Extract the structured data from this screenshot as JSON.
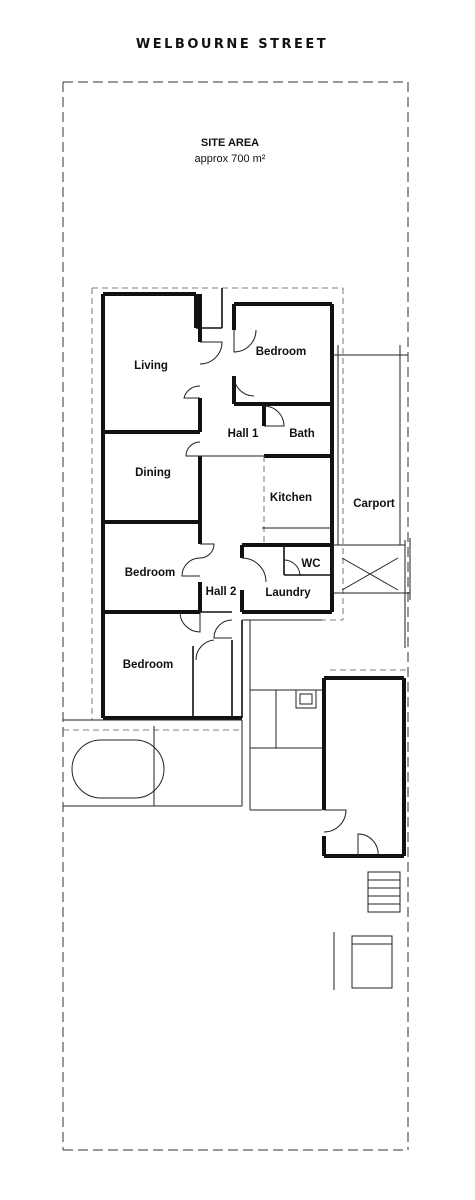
{
  "street_name": "WELBOURNE STREET",
  "site": {
    "title": "SITE AREA",
    "area_text": "approx 700 m²"
  },
  "rooms": {
    "living": "Living",
    "bedroom_1": "Bedroom",
    "hall_1": "Hall 1",
    "bath": "Bath",
    "dining": "Dining",
    "kitchen": "Kitchen",
    "carport": "Carport",
    "bedroom_2": "Bedroom",
    "wc": "WC",
    "hall_2": "Hall 2",
    "laundry": "Laundry",
    "bedroom_3": "Bedroom"
  }
}
